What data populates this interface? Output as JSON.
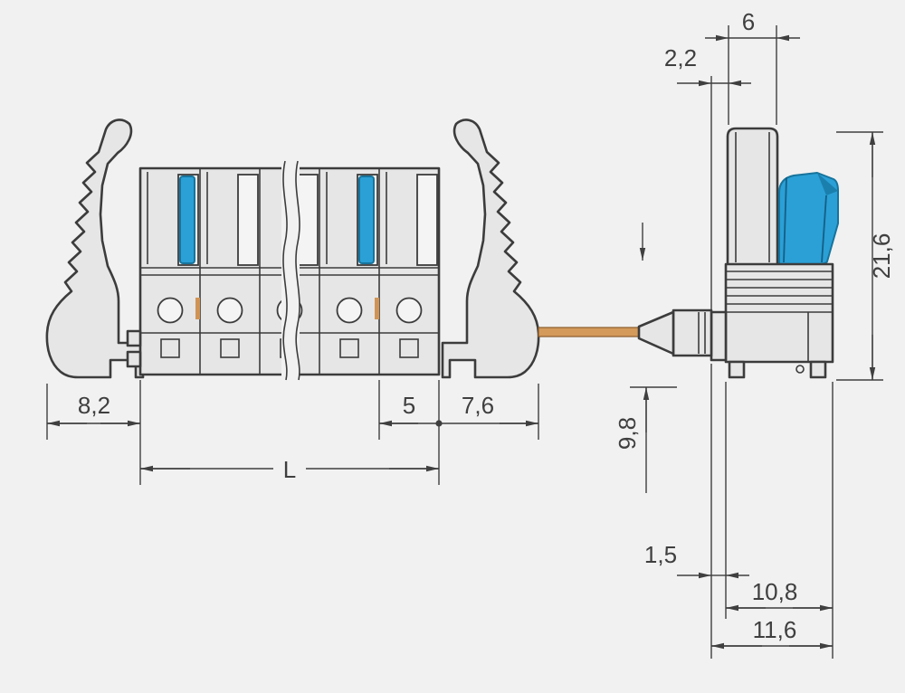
{
  "drawing": {
    "type": "technical-drawing",
    "subject": "pluggable-connector-two-views",
    "colors": {
      "background": "#f1f1f1",
      "line": "#3c3c3c",
      "body_fill": "#e6e6e6",
      "accent_blue": "#2aa0d6",
      "pin_copper": "#d49a5b"
    },
    "dimensions": {
      "front": {
        "offset_left": "8,2",
        "length": "L",
        "pitch": "5",
        "offset_right": "7,6"
      },
      "side": {
        "flange_offset": "2,2",
        "housing_width": "6",
        "overall_height": "21,6",
        "pin_length": "9,8",
        "flange_lip": "1,5",
        "depth_inner": "10,8",
        "depth_outer": "11,6"
      }
    }
  }
}
